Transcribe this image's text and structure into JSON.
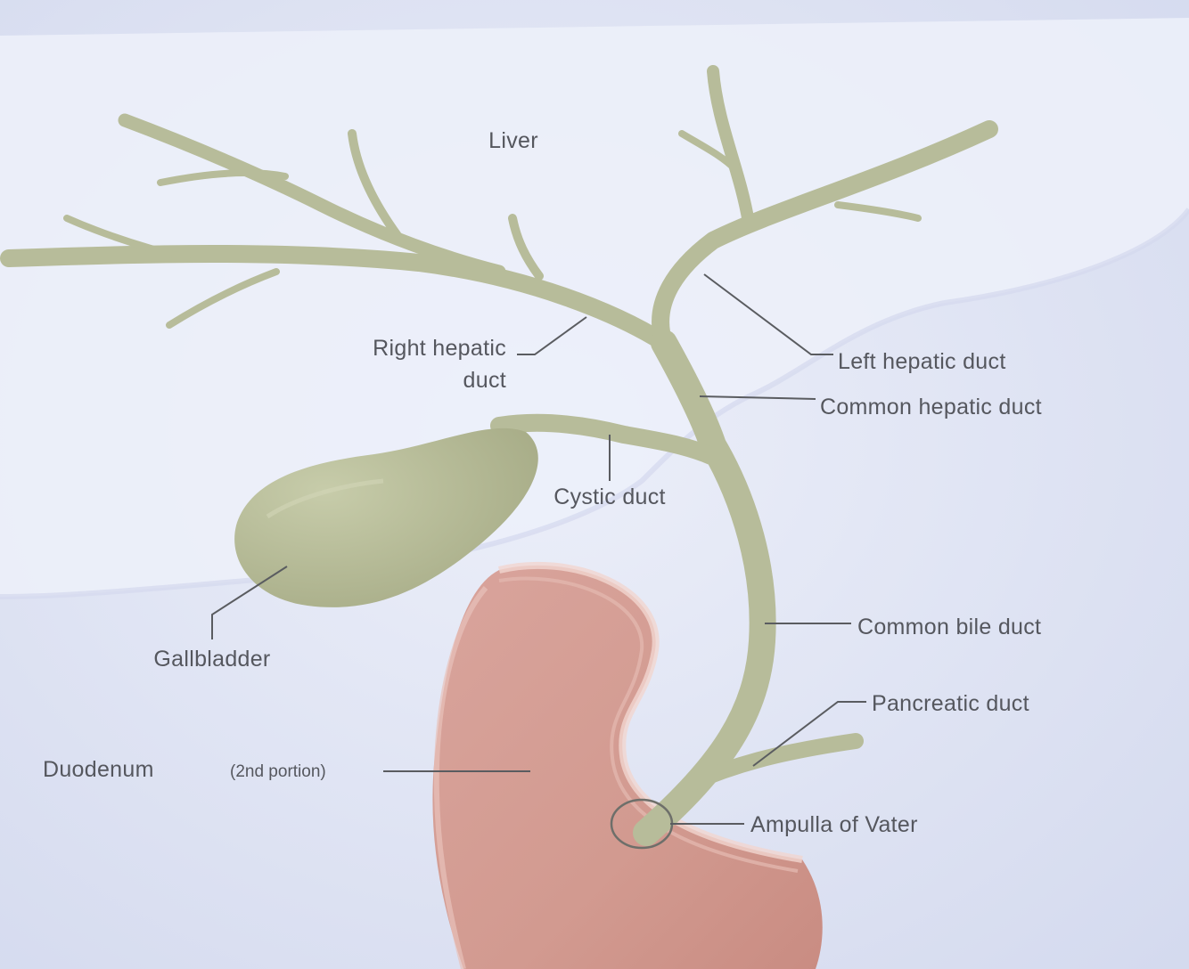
{
  "labels": {
    "liver": "Liver",
    "right_hepatic_line1": "Right hepatic",
    "right_hepatic_line2": "duct",
    "left_hepatic": "Left hepatic duct",
    "common_hepatic": "Common hepatic duct",
    "cystic": "Cystic duct",
    "gallbladder": "Gallbladder",
    "common_bile": "Common bile duct",
    "pancreatic": "Pancreatic duct",
    "duodenum": "Duodenum",
    "duodenum_note": "(2nd portion)",
    "ampulla": "Ampulla of Vater"
  },
  "colors": {
    "background": "#dfe4f4",
    "liver": "#eef0fa",
    "duct": "#b7bc9a",
    "duodenum": "#d9a39a",
    "label_text": "#55575e"
  }
}
